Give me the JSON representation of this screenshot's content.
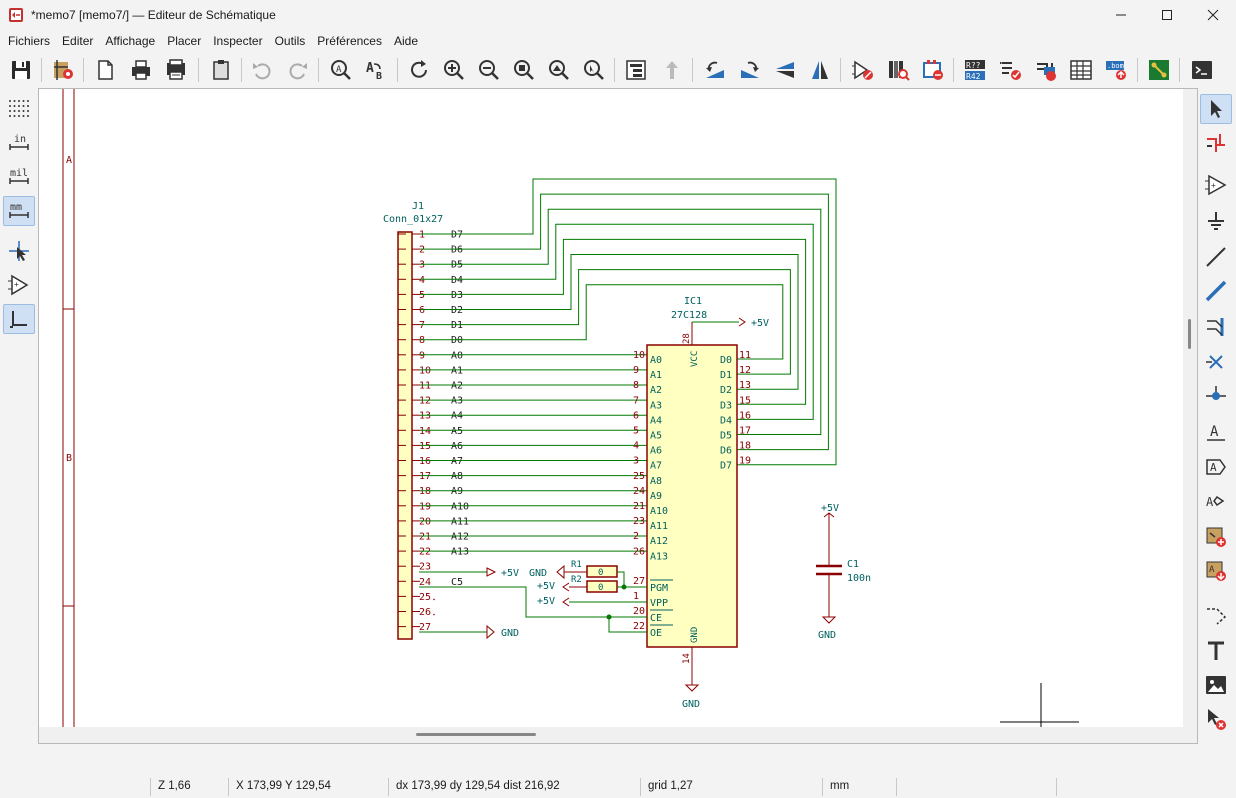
{
  "window": {
    "title": "*memo7 [memo7/] — Editeur de Schématique",
    "app_icon": "kicad-eeschema-icon",
    "controls": [
      "minimize-icon",
      "maximize-icon",
      "close-icon"
    ]
  },
  "menu": [
    "Fichiers",
    "Editer",
    "Affichage",
    "Placer",
    "Inspecter",
    "Outils",
    "Préférences",
    "Aide"
  ],
  "toolbar": {
    "buttons": [
      "save-icon",
      "schematic-setup-icon",
      "page-settings-icon",
      "print-icon",
      "plot-icon",
      "paste-icon",
      "undo-icon",
      "redo-icon",
      "find-icon",
      "find-replace-icon",
      "refresh-icon",
      "zoom-in-icon",
      "zoom-out-icon",
      "zoom-fit-icon",
      "zoom-fit-objects-icon",
      "zoom-selection-icon",
      "hierarchy-navigator-icon",
      "leave-sheet-icon",
      "rotate-ccw-icon",
      "rotate-cw-icon",
      "mirror-vertical-icon",
      "mirror-horizontal-icon",
      "symbol-editor-icon",
      "symbol-browser-icon",
      "update-pcb-icon",
      "annotate-icon",
      "erc-icon",
      "assign-footprints-icon",
      "bom-table-icon",
      "bom-generate-icon",
      "pcb-editor-icon",
      "scripting-console-icon"
    ]
  },
  "left_toolbar": {
    "buttons": [
      {
        "icon": "grid-toggle-icon",
        "label": ""
      },
      {
        "icon": "units-inches-icon",
        "label": "in"
      },
      {
        "icon": "units-mils-icon",
        "label": "mil"
      },
      {
        "icon": "units-mm-icon",
        "label": "mm"
      },
      {
        "icon": "cursor-fullscreen-icon",
        "label": ""
      },
      {
        "icon": "show-hidden-pins-icon",
        "label": ""
      },
      {
        "icon": "line-mode-90-icon",
        "label": ""
      }
    ]
  },
  "right_toolbar": {
    "buttons": [
      "select-arrow-icon",
      "highlight-net-icon",
      "add-symbol-icon",
      "add-power-icon",
      "add-wire-icon",
      "add-bus-icon",
      "add-bus-entry-icon",
      "add-no-connect-icon",
      "add-junction-icon",
      "add-label-icon",
      "add-global-label-icon",
      "add-hier-label-icon",
      "add-sheet-icon",
      "import-sheet-pin-icon",
      "add-graphic-line-icon",
      "add-text-icon",
      "add-image-icon",
      "delete-tool-icon"
    ]
  },
  "schematic": {
    "border_letters": [
      "A",
      "B"
    ],
    "connector": {
      "ref": "J1",
      "value": "Conn_01x27",
      "pins": [
        {
          "num": "1",
          "net": "D7"
        },
        {
          "num": "2",
          "net": "D6"
        },
        {
          "num": "3",
          "net": "D5"
        },
        {
          "num": "4",
          "net": "D4"
        },
        {
          "num": "5",
          "net": "D3"
        },
        {
          "num": "6",
          "net": "D2"
        },
        {
          "num": "7",
          "net": "D1"
        },
        {
          "num": "8",
          "net": "D0"
        },
        {
          "num": "9",
          "net": "A0"
        },
        {
          "num": "10",
          "net": "A1"
        },
        {
          "num": "11",
          "net": "A2"
        },
        {
          "num": "12",
          "net": "A3"
        },
        {
          "num": "13",
          "net": "A4"
        },
        {
          "num": "14",
          "net": "A5"
        },
        {
          "num": "15",
          "net": "A6"
        },
        {
          "num": "16",
          "net": "A7"
        },
        {
          "num": "17",
          "net": "A8"
        },
        {
          "num": "18",
          "net": "A9"
        },
        {
          "num": "19",
          "net": "A10"
        },
        {
          "num": "20",
          "net": "A11"
        },
        {
          "num": "21",
          "net": "A12"
        },
        {
          "num": "22",
          "net": "A13"
        },
        {
          "num": "23",
          "net": ""
        },
        {
          "num": "24",
          "net": "C5"
        },
        {
          "num": "25",
          "net": ""
        },
        {
          "num": "26",
          "net": ""
        },
        {
          "num": "27",
          "net": ""
        }
      ]
    },
    "ic": {
      "ref": "IC1",
      "value": "27C128",
      "vcc_pin": "28",
      "vcc_label": "VCC",
      "gnd_pin": "14",
      "gnd_label": "GND",
      "left_pins": [
        {
          "num": "10",
          "name": "A0"
        },
        {
          "num": "9",
          "name": "A1"
        },
        {
          "num": "8",
          "name": "A2"
        },
        {
          "num": "7",
          "name": "A3"
        },
        {
          "num": "6",
          "name": "A4"
        },
        {
          "num": "5",
          "name": "A5"
        },
        {
          "num": "4",
          "name": "A6"
        },
        {
          "num": "3",
          "name": "A7"
        },
        {
          "num": "25",
          "name": "A8"
        },
        {
          "num": "24",
          "name": "A9"
        },
        {
          "num": "21",
          "name": "A10"
        },
        {
          "num": "23",
          "name": "A11"
        },
        {
          "num": "2",
          "name": "A12"
        },
        {
          "num": "26",
          "name": "A13"
        }
      ],
      "ctrl_pins": [
        {
          "num": "27",
          "name": "PGM"
        },
        {
          "num": "1",
          "name": "VPP"
        },
        {
          "num": "20",
          "name": "CE"
        },
        {
          "num": "22",
          "name": "OE"
        }
      ],
      "right_pins": [
        {
          "num": "11",
          "name": "D0"
        },
        {
          "num": "12",
          "name": "D1"
        },
        {
          "num": "13",
          "name": "D2"
        },
        {
          "num": "15",
          "name": "D3"
        },
        {
          "num": "16",
          "name": "D4"
        },
        {
          "num": "17",
          "name": "D5"
        },
        {
          "num": "18",
          "name": "D6"
        },
        {
          "num": "19",
          "name": "D7"
        }
      ]
    },
    "resistors": [
      {
        "ref": "R1",
        "value": "0"
      },
      {
        "ref": "R2",
        "value": "0"
      }
    ],
    "capacitor": {
      "ref": "C1",
      "value": "100n"
    },
    "power_labels": {
      "p5v": "+5V",
      "gnd": "GND"
    }
  },
  "status": {
    "zoom": "Z 1,66",
    "coords": "X 173,99  Y 129,54",
    "delta": "dx 173,99  dy 129,54  dist 216,92",
    "grid": "grid 1,27",
    "units": "mm"
  }
}
